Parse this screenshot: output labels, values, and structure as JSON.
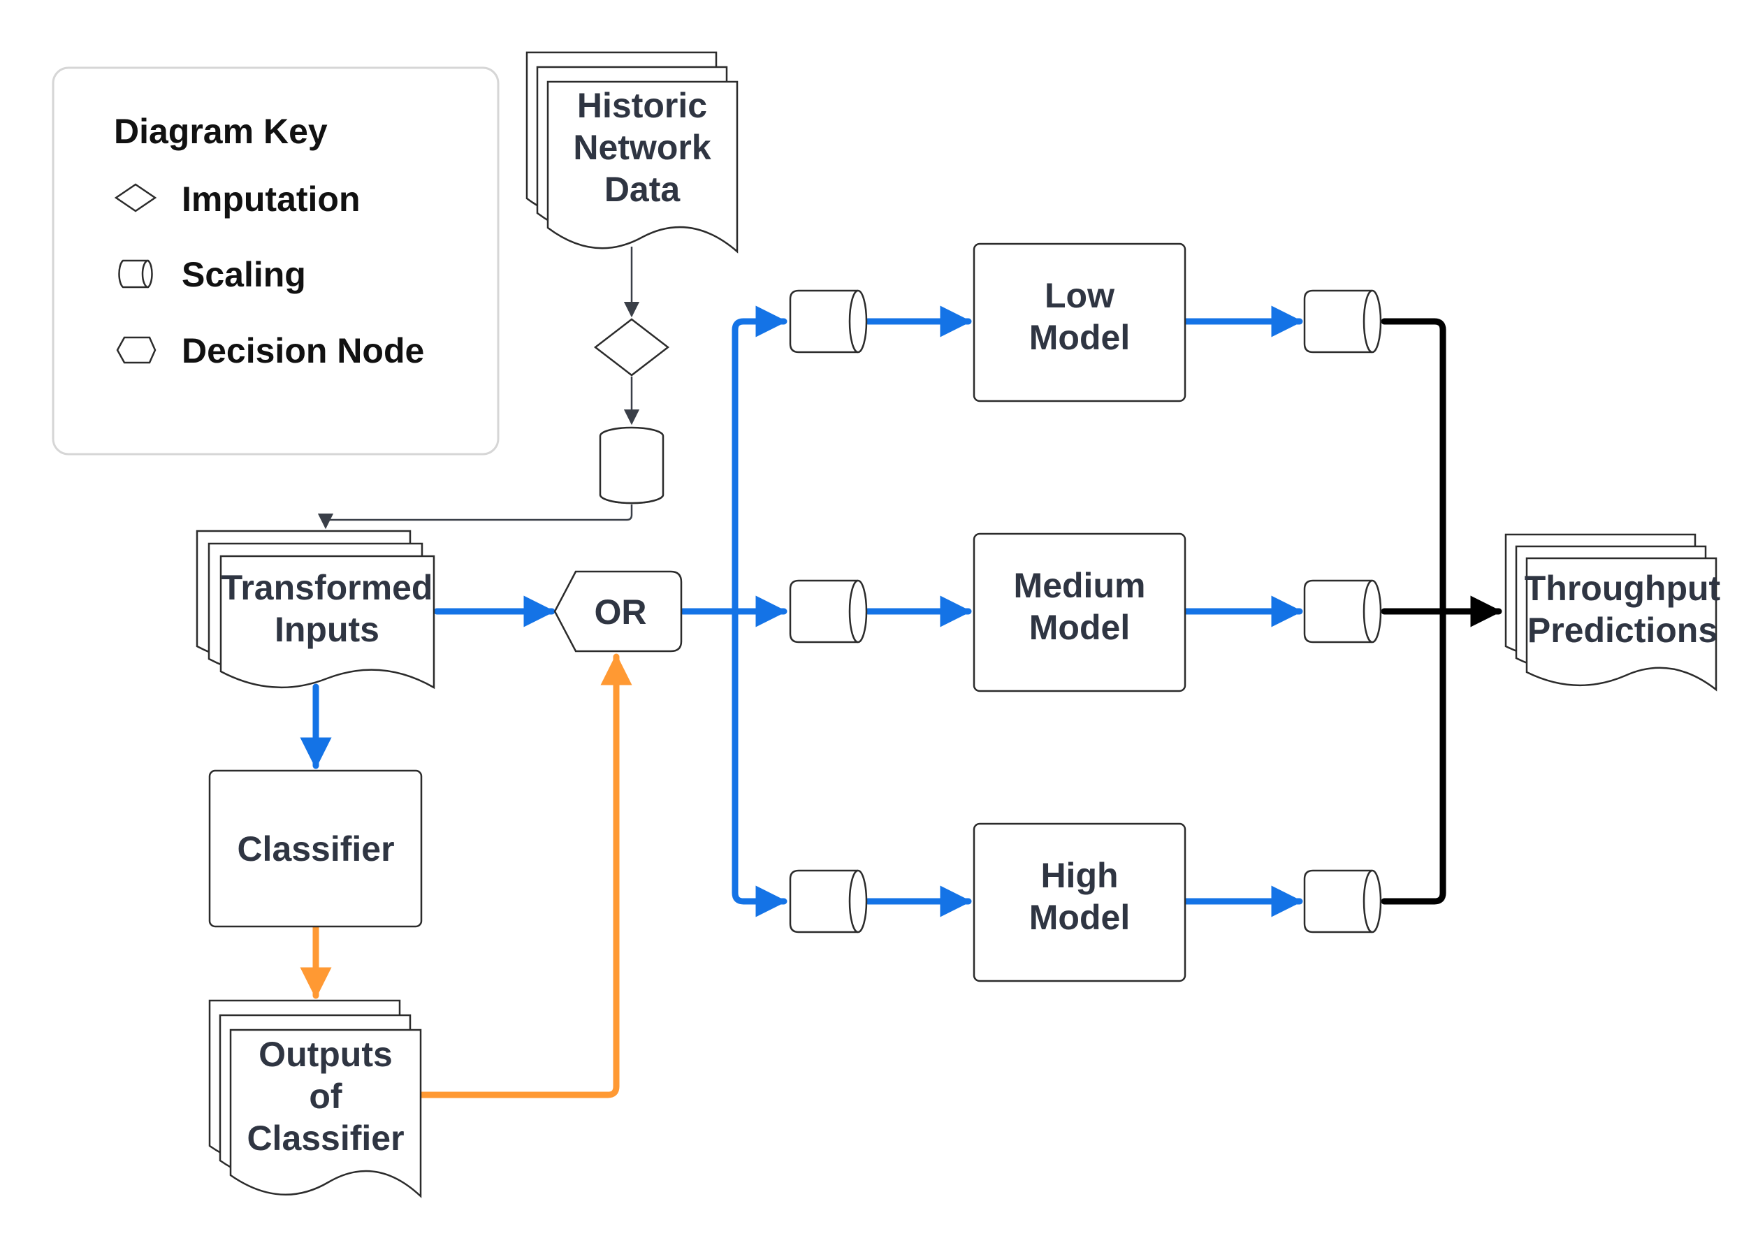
{
  "key": {
    "title": "Diagram Key",
    "items": [
      {
        "icon": "diamond-icon",
        "label": "Imputation"
      },
      {
        "icon": "cylinder-icon",
        "label": "Scaling"
      },
      {
        "icon": "hexagon-icon",
        "label": "Decision Node"
      }
    ]
  },
  "nodes": {
    "historic": [
      "Historic",
      "Network",
      "Data"
    ],
    "transformed": [
      "Transformed",
      "Inputs"
    ],
    "decision": "OR",
    "classifier": "Classifier",
    "outputs": [
      "Outputs",
      "of",
      "Classifier"
    ],
    "low_model": [
      "Low",
      "Model"
    ],
    "medium_model": [
      "Medium",
      "Model"
    ],
    "high_model": [
      "High",
      "Model"
    ],
    "predictions": [
      "Throughput",
      "Predictions"
    ]
  },
  "colors": {
    "blue": "#1473e6",
    "orange": "#ff9933",
    "black": "#000000",
    "text": "#2f3542"
  }
}
